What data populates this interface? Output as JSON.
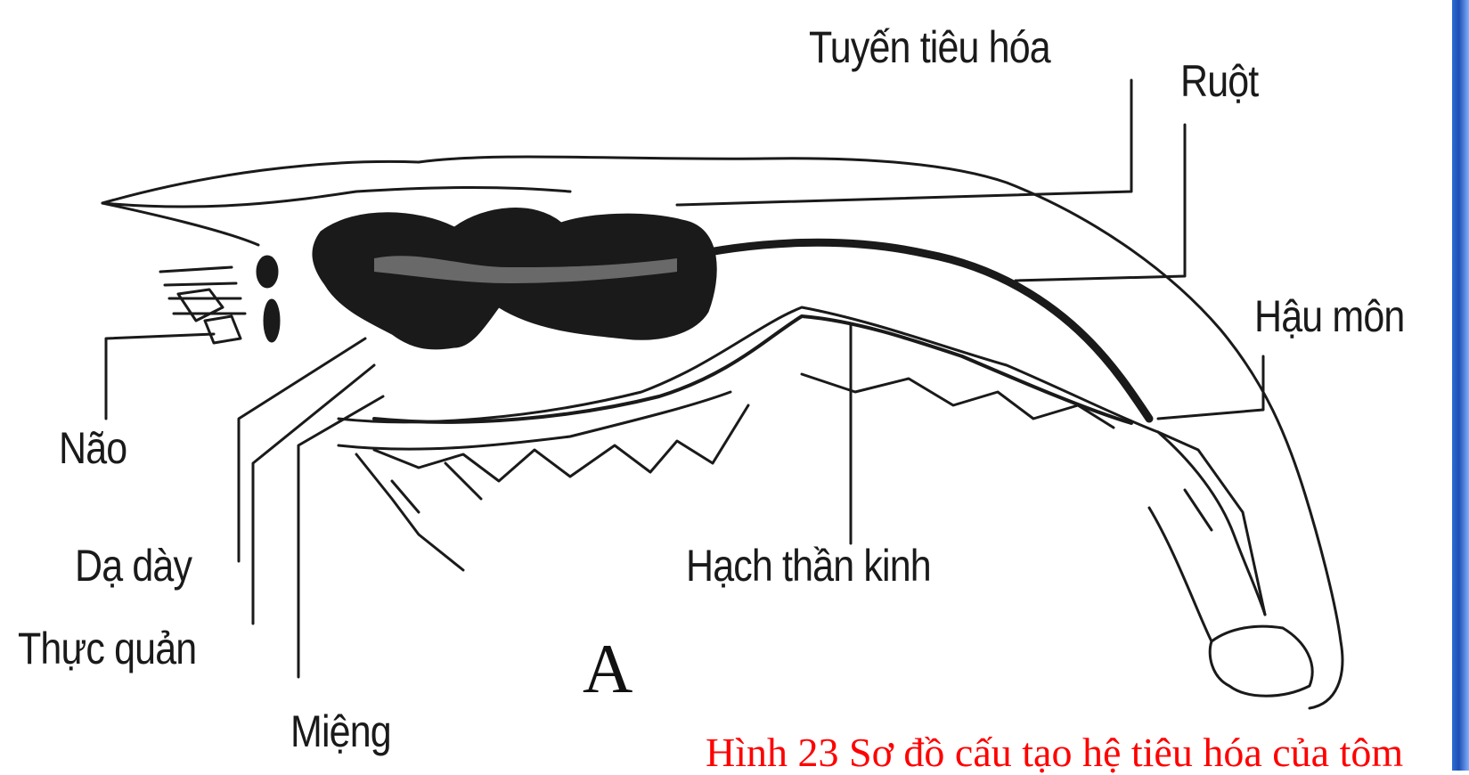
{
  "diagram": {
    "panel_letter": "A",
    "caption": "Hình 23 Sơ đồ cấu tạo hệ tiêu hóa của tôm",
    "caption_color": "#ff0000",
    "frame_color": "#2b6fd6",
    "labels": {
      "tuyen_tieu_hoa": "Tuyến tiêu hóa",
      "ruot": "Ruột",
      "hau_mon": "Hậu môn",
      "nao": "Não",
      "da_day": "Dạ dày",
      "thuc_quan": "Thực quản",
      "mieng": "Miệng",
      "hach_than_kinh": "Hạch thần kinh"
    }
  }
}
